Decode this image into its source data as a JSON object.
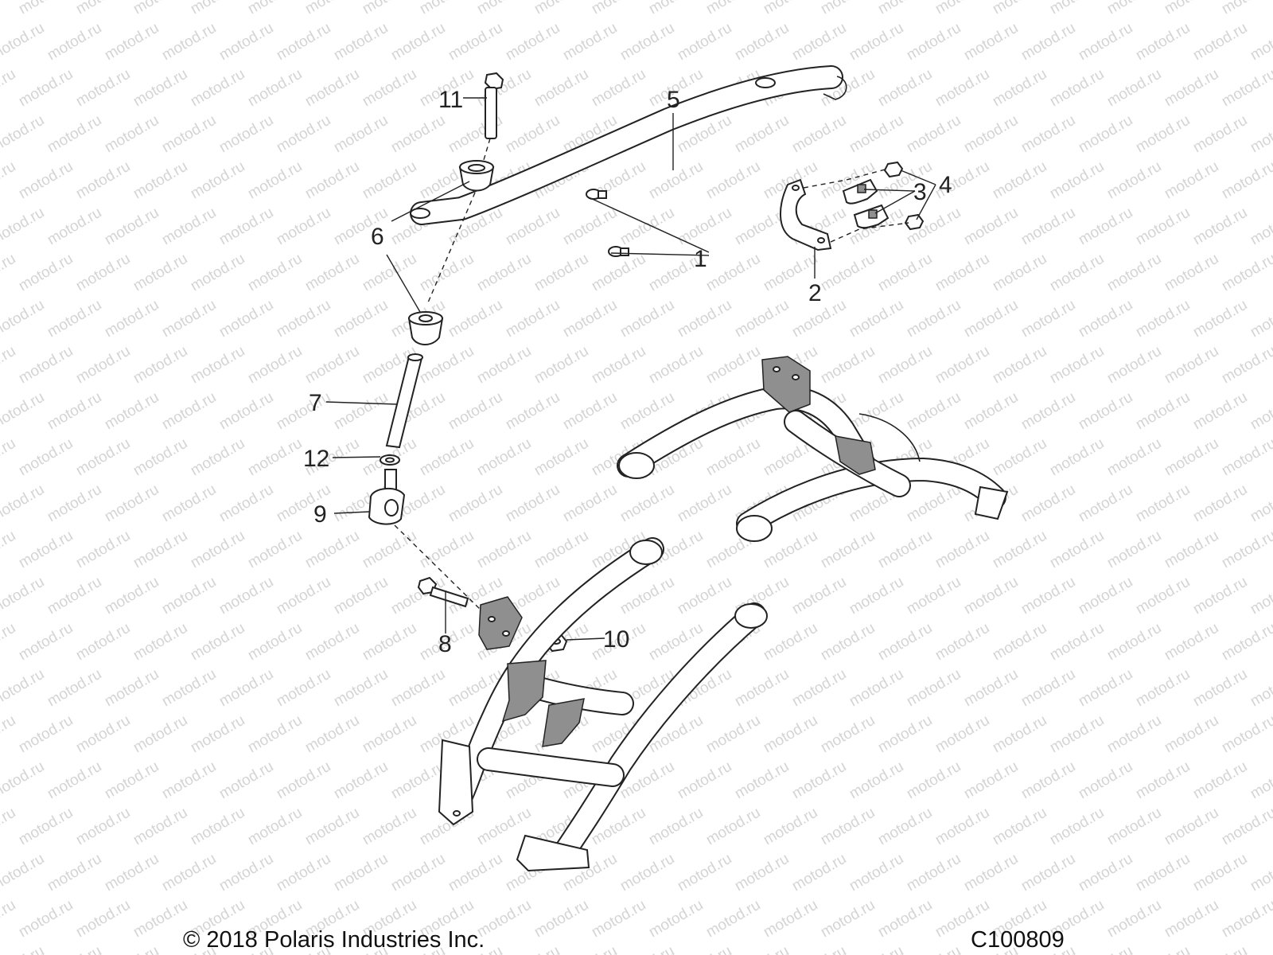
{
  "watermark": {
    "text": "motod.ru",
    "color": "#d4d4d4"
  },
  "callouts": [
    {
      "id": "1",
      "text": "1"
    },
    {
      "id": "2",
      "text": "2"
    },
    {
      "id": "3",
      "text": "3"
    },
    {
      "id": "4",
      "text": "4"
    },
    {
      "id": "5",
      "text": "5"
    },
    {
      "id": "6",
      "text": "6"
    },
    {
      "id": "7",
      "text": "7"
    },
    {
      "id": "8",
      "text": "8"
    },
    {
      "id": "9",
      "text": "9"
    },
    {
      "id": "10",
      "text": "10"
    },
    {
      "id": "11",
      "text": "11"
    },
    {
      "id": "12",
      "text": "12"
    }
  ],
  "footer": {
    "copyright": "© 2018 Polaris Industries Inc.",
    "figure_code": "C100809"
  }
}
